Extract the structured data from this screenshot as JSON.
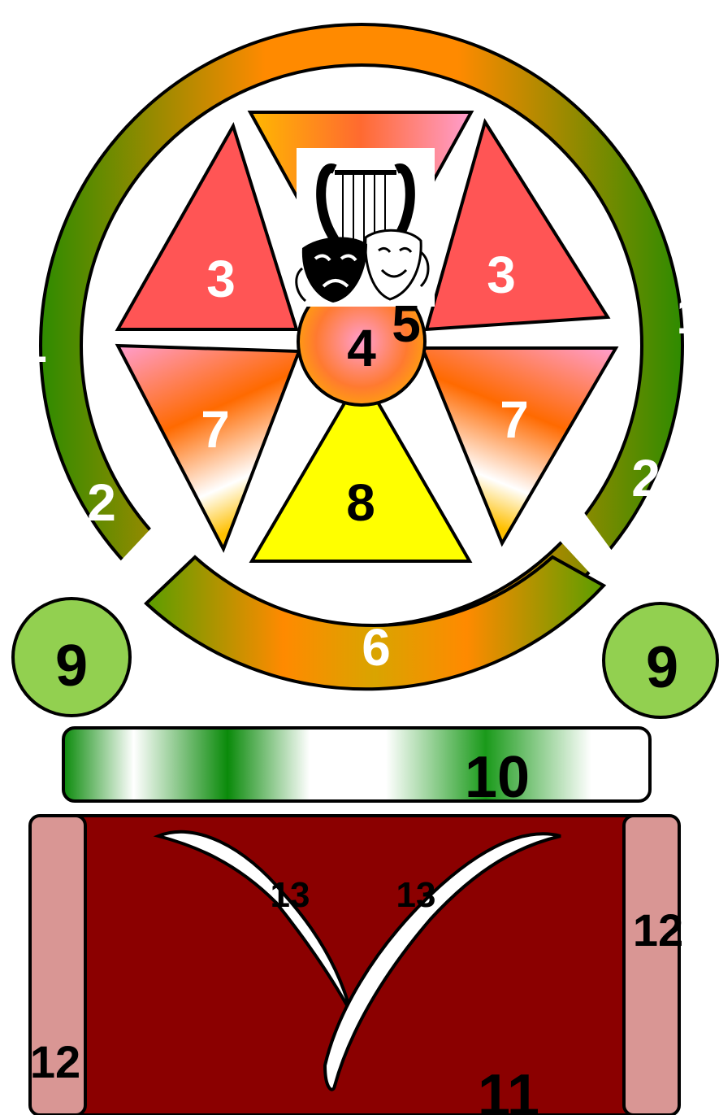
{
  "labels": {
    "ring_left": "1",
    "ring_right": "1",
    "ring_end_left": "2",
    "ring_end_right": "2",
    "triangle_top_left": "3",
    "triangle_top_right": "3",
    "center_circle": "4",
    "emblem": "5",
    "bottom_arc": "6",
    "triangle_mid_left": "7",
    "triangle_mid_right": "7",
    "triangle_bottom": "8",
    "circle_left": "9",
    "circle_right": "9",
    "bar": "10",
    "base": "11",
    "pillar_right": "12",
    "pillar_left": "12",
    "swoosh_left": "13",
    "swoosh_right": "13"
  },
  "emblem": {
    "icons": [
      "lyre-icon",
      "theatre-masks-icon"
    ]
  },
  "colors": {
    "ring_green": "#2e8b00",
    "ring_orange": "#ff8a00",
    "triangle_red": "#ff5555",
    "triangle_pink": "#ff9ecf",
    "triangle_yellow": "#ffff00",
    "circle_green": "#92d050",
    "base_maroon": "#8b0000",
    "pillar_pink": "#d99694",
    "bar_green": "#1a9a1a"
  }
}
